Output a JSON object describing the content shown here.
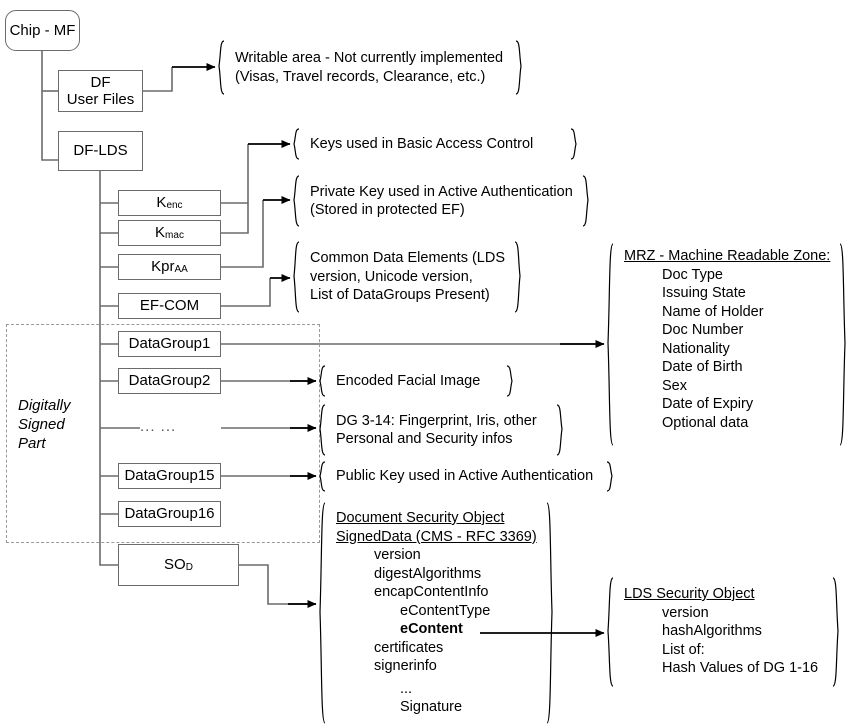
{
  "diagram": {
    "title": "ICAO ePassport LDS chip file structure",
    "root": {
      "label": "Chip - MF"
    },
    "boxes": [
      {
        "id": "df-user-files",
        "label": "DF\nUser Files"
      },
      {
        "id": "df-lds",
        "label": "DF-LDS"
      },
      {
        "id": "kenc",
        "label": "Kenc",
        "base": "K",
        "sub": "enc"
      },
      {
        "id": "kmac",
        "label": "Kmac",
        "base": "K",
        "sub": "mac"
      },
      {
        "id": "kpraa",
        "label": "KprAA",
        "base": "Kpr",
        "sub": "AA"
      },
      {
        "id": "ef-com",
        "label": "EF-COM"
      },
      {
        "id": "datagroup1",
        "label": "DataGroup1"
      },
      {
        "id": "datagroup2",
        "label": "DataGroup2"
      },
      {
        "id": "datagroup-ellipsis",
        "label": "... ..."
      },
      {
        "id": "datagroup15",
        "label": "DataGroup15"
      },
      {
        "id": "datagroup16",
        "label": "DataGroup16"
      },
      {
        "id": "sod",
        "label": "SOD",
        "base": "SO",
        "sub": "D"
      }
    ],
    "signed_part": {
      "label": "Digitally\nSigned\nPart"
    },
    "notes": {
      "writable_area": {
        "lines": [
          "Writable area - Not currently implemented",
          "(Visas, Travel records, Clearance, etc.)"
        ]
      },
      "bac_keys": {
        "lines": [
          "Keys used in Basic Access Control"
        ]
      },
      "private_key_aa": {
        "lines": [
          "Private Key used in Active Authentication",
          "(Stored in protected EF)"
        ]
      },
      "common_data_elements": {
        "lines": [
          "Common Data Elements (LDS",
          "version, Unicode version,",
          "List of DataGroups Present)"
        ]
      },
      "mrz": {
        "header": "MRZ - Machine Readable Zone:",
        "items": [
          "Doc Type",
          "Issuing State",
          "Name of Holder",
          "Doc Number",
          "Nationality",
          "Date of Birth",
          "Sex",
          "Date of Expiry",
          "Optional data"
        ]
      },
      "facial_image": {
        "lines": [
          "Encoded Facial Image"
        ]
      },
      "dg_3_14": {
        "lines": [
          "DG 3-14: Fingerprint, Iris, other",
          "Personal and Security infos"
        ]
      },
      "public_key_aa": {
        "lines": [
          "Public Key used in Active Authentication"
        ]
      },
      "document_security_object": {
        "header_lines": [
          "Document Security Object",
          "SignedData (CMS - RFC 3369)"
        ],
        "items": [
          {
            "text": "version",
            "indent": 1,
            "bold": false
          },
          {
            "text": "digestAlgorithms",
            "indent": 1,
            "bold": false
          },
          {
            "text": "encapContentInfo",
            "indent": 1,
            "bold": false
          },
          {
            "text": "eContentType",
            "indent": 2,
            "bold": false
          },
          {
            "text": "eContent",
            "indent": 2,
            "bold": true
          },
          {
            "text": "certificates",
            "indent": 1,
            "bold": false
          },
          {
            "text": "signerinfo",
            "indent": 1,
            "bold": false
          },
          {
            "text": "...",
            "indent": 2,
            "bold": false
          },
          {
            "text": "Signature",
            "indent": 2,
            "bold": false
          }
        ]
      },
      "lds_security_object": {
        "header": "LDS Security Object",
        "items": [
          "version",
          "hashAlgorithms",
          "List of:",
          "Hash Values of DG 1-16"
        ]
      }
    },
    "colors": {
      "line": "#6b6b6b",
      "arrow": "#000000",
      "dashed": "#999999",
      "text": "#000000",
      "background": "#ffffff"
    }
  }
}
